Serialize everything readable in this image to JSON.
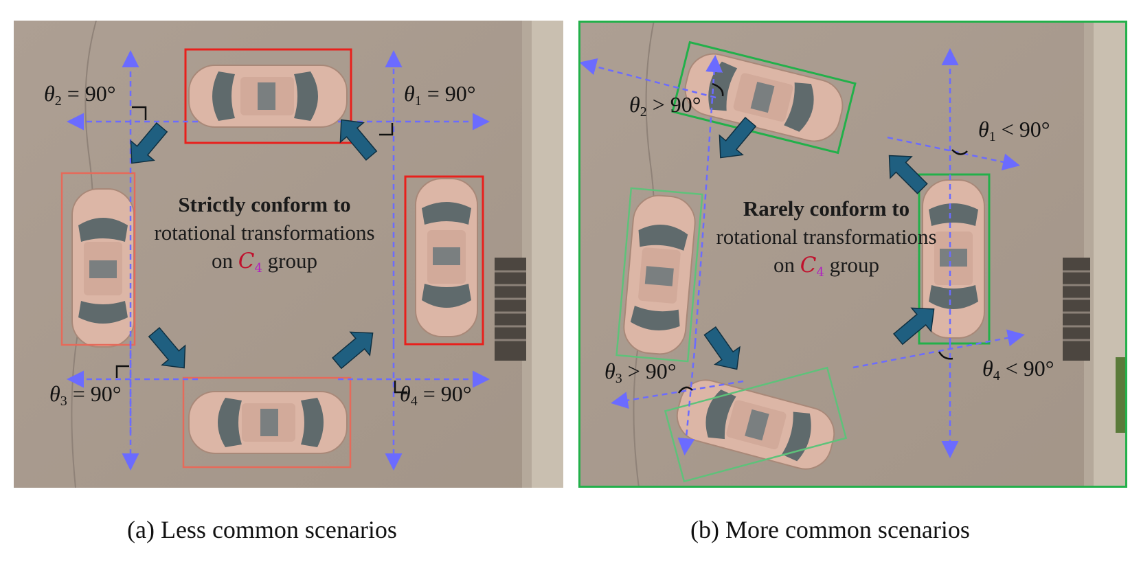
{
  "panel_a": {
    "center_bold": "Strictly conform to",
    "center_line2": "rotational transformations",
    "center_on": "on",
    "group_symbol": "C",
    "group_sub": "4",
    "center_group": "group",
    "angles": {
      "t1": {
        "sym": "θ",
        "sub": "1",
        "rel": "=",
        "val": "90°"
      },
      "t2": {
        "sym": "θ",
        "sub": "2",
        "rel": "=",
        "val": "90°"
      },
      "t3": {
        "sym": "θ",
        "sub": "3",
        "rel": "=",
        "val": "90°"
      },
      "t4": {
        "sym": "θ",
        "sub": "4",
        "rel": "=",
        "val": "90°"
      }
    },
    "box_color": "#e8201c",
    "caption": "(a) Less common scenarios"
  },
  "panel_b": {
    "center_bold": "Rarely conform to",
    "center_line2": "rotational transformations",
    "center_on": "on",
    "group_symbol": "C",
    "group_sub": "4",
    "center_group": "group",
    "angles": {
      "t1": {
        "sym": "θ",
        "sub": "1",
        "rel": "<",
        "val": "90°"
      },
      "t2": {
        "sym": "θ",
        "sub": "2",
        "rel": ">",
        "val": "90°"
      },
      "t3": {
        "sym": "θ",
        "sub": "3",
        "rel": ">",
        "val": "90°"
      },
      "t4": {
        "sym": "θ",
        "sub": "4",
        "rel": "<",
        "val": "90°"
      }
    },
    "box_color": "#22b04a",
    "caption": "(b) More common scenarios"
  },
  "colors": {
    "road": "#a89a8e",
    "axis_dashed": "#6b6bff",
    "rotation_arrow": "#1f5f80",
    "car_body": "#d9b2a2",
    "car_glass": "#5f6a6c"
  },
  "icons": [
    "car-icon",
    "rotation-arrow-icon",
    "dashed-axis-arrow-icon",
    "right-angle-mark-icon"
  ]
}
